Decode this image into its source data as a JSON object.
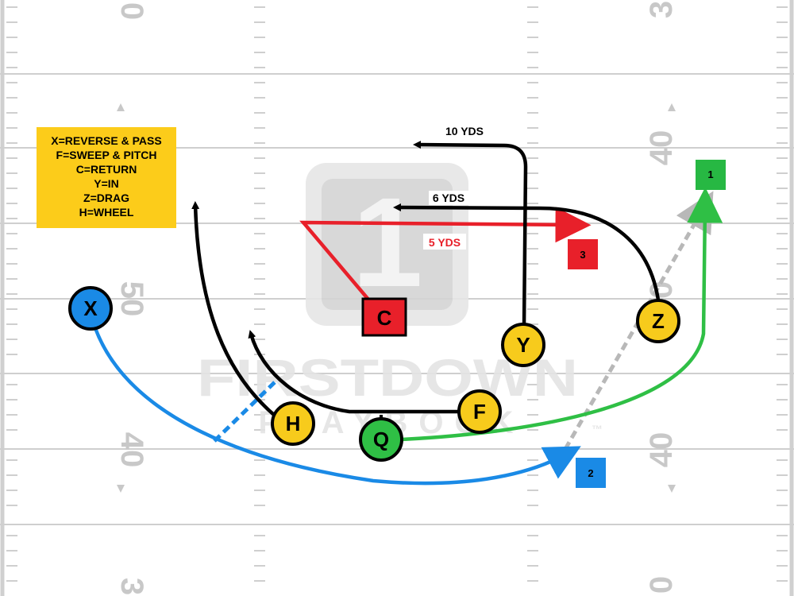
{
  "field": {
    "yard_numbers": {
      "left_top": "0",
      "left_mid": "50",
      "left_low": "40",
      "left_bottom": "3",
      "right_top": "3",
      "right_upper": "40",
      "right_mid": "50",
      "right_low": "40",
      "right_bottom": "0"
    }
  },
  "watermark": {
    "logo_number": "1",
    "line1": "FIRSTDOWN",
    "line2": "PLAYBOOK",
    "tm": "™"
  },
  "legend": {
    "lines": [
      "X=REVERSE & PASS",
      "F=SWEEP & PITCH",
      "C=RETURN",
      "Y=IN",
      "Z=DRAG",
      "H=WHEEL"
    ]
  },
  "players": {
    "X": "X",
    "H": "H",
    "Q": "Q",
    "F": "F",
    "Y": "Y",
    "Z": "Z",
    "C": "C"
  },
  "route_labels": {
    "y_depth": "10 YDS",
    "z_depth": "6 YDS",
    "c_depth": "5 YDS"
  },
  "read_markers": {
    "first": "1",
    "second": "2",
    "third": "3"
  },
  "colors": {
    "x_route": "#1a8ae6",
    "q_route": "#2fbf45",
    "c_route": "#e8202a",
    "route_default": "#000000",
    "player_yellow": "#f7cb1c",
    "legend_bg": "#fccc1a",
    "marker_green": "#27b843",
    "marker_blue": "#1a8ae6",
    "marker_red": "#e8202a",
    "dashed_gray": "#b8b8b8"
  }
}
